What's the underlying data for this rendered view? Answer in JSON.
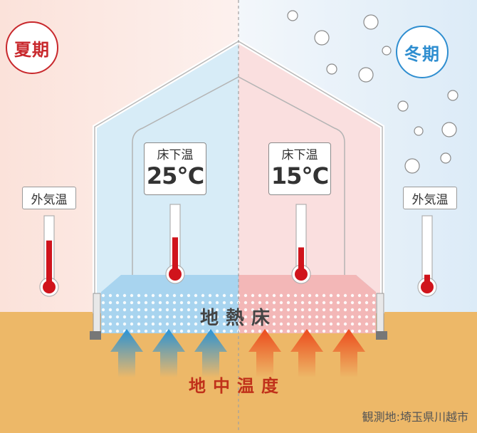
{
  "seasons": {
    "summer": "夏期",
    "winter": "冬期"
  },
  "outside_temp_label": "外気温",
  "floor_under_temp": {
    "label": "床下温",
    "summer_value": "25℃",
    "winter_value": "15℃"
  },
  "geothermal_floor": "地熱床",
  "underground_temp": "地中温度",
  "observation_location": "観測地:埼玉県川越市",
  "thermometer_levels": {
    "summer_outside": 0.68,
    "summer_underfloor": 0.55,
    "winter_underfloor": 0.4,
    "winter_outside": 0.18
  },
  "colors": {
    "summer_accent": "#c8282c",
    "winter_accent": "#2f8ed0",
    "thermometer_fill": "#d0141c",
    "ground": "#edb868",
    "cool_arrow": "#3aa2d8",
    "warm_arrow": "#ee5a20"
  },
  "icons": [
    "thermometer-icon",
    "up-arrow-icon",
    "snow-circle-icon"
  ]
}
